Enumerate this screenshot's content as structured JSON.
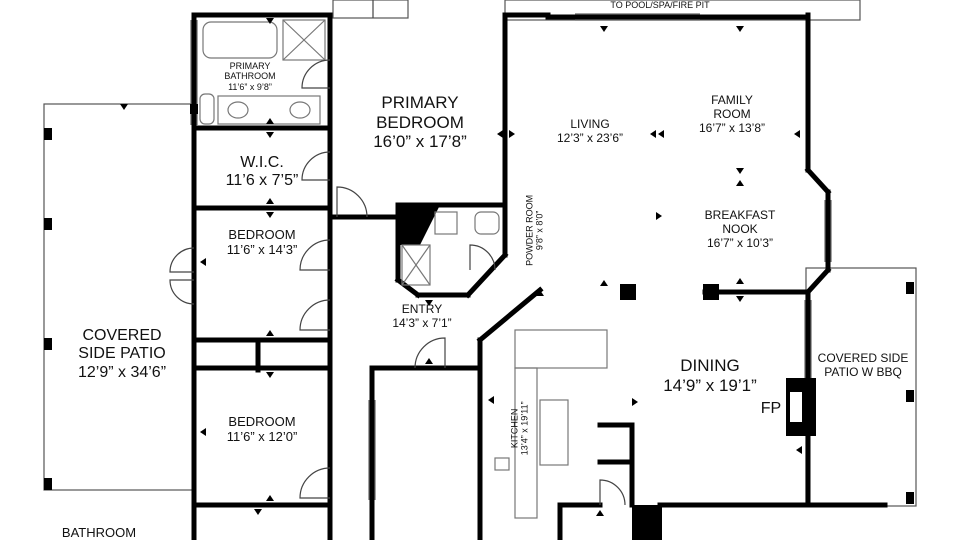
{
  "rooms": {
    "pool_note": "TO POOL/SPA/FIRE PIT",
    "primary_bath": {
      "name_1": "PRIMARY",
      "name_2": "BATHROOM",
      "dims": "11’6” x 9’8”"
    },
    "primary_bed": {
      "name_1": "PRIMARY",
      "name_2": "BEDROOM",
      "dims": "16’0” x 17’8”"
    },
    "wic": {
      "name": "W.I.C.",
      "dims": "11’6 x 7’5”"
    },
    "bedroom_1": {
      "name": "BEDROOM",
      "dims": "11’6” x 14’3”"
    },
    "bedroom_2": {
      "name": "BEDROOM",
      "dims": "11’6” x 12’0”"
    },
    "covered_side_patio": {
      "name_1": "COVERED",
      "name_2": "SIDE PATIO",
      "dims": "12’9” x 34’6”"
    },
    "bathroom": {
      "name": "BATHROOM"
    },
    "living": {
      "name": "LIVING",
      "dims": "12’3” x 23’6”"
    },
    "family_room": {
      "name_1": "FAMILY",
      "name_2": "ROOM",
      "dims": "16’7” x 13’8”"
    },
    "breakfast_nook": {
      "name_1": "BREAKFAST",
      "name_2": "NOOK",
      "dims": "16’7” x 10’3”"
    },
    "powder_room": {
      "name": "POWDER ROOM",
      "dims": "9’8” x 8’0”"
    },
    "entry": {
      "name": "ENTRY",
      "dims": "14’3” x 7’1”"
    },
    "dining": {
      "name": "DINING",
      "dims": "14’9” x 19’1”"
    },
    "fireplace": {
      "name": "FP"
    },
    "kitchen": {
      "name": "KITCHEN",
      "dims": "13’4” x 19’11”"
    },
    "covered_side_patio_bbq": {
      "name_1": "COVERED SIDE",
      "name_2": "PATIO W BBQ"
    }
  },
  "colors": {
    "wall": "#000000",
    "background": "#ffffff",
    "fixture": "#888888"
  }
}
